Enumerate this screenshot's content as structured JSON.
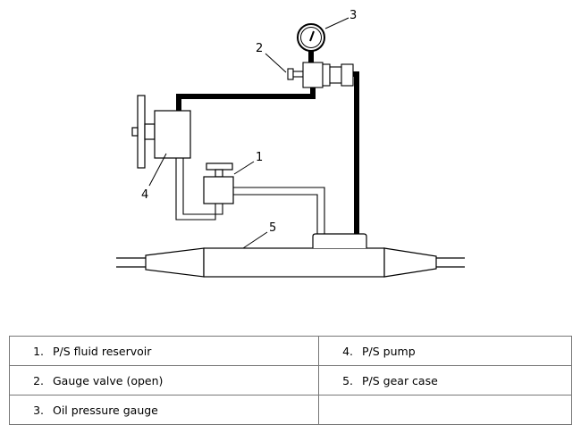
{
  "callouts": [
    "1",
    "2",
    "3",
    "4",
    "5"
  ],
  "legend": {
    "rows": [
      [
        {
          "num": "1.",
          "label": "P/S fluid reservoir"
        },
        {
          "num": "4.",
          "label": "P/S pump"
        }
      ],
      [
        {
          "num": "2.",
          "label": "Gauge valve (open)"
        },
        {
          "num": "5.",
          "label": "P/S gear case"
        }
      ],
      [
        {
          "num": "3.",
          "label": "Oil pressure gauge"
        },
        {
          "num": "",
          "label": ""
        }
      ]
    ]
  }
}
